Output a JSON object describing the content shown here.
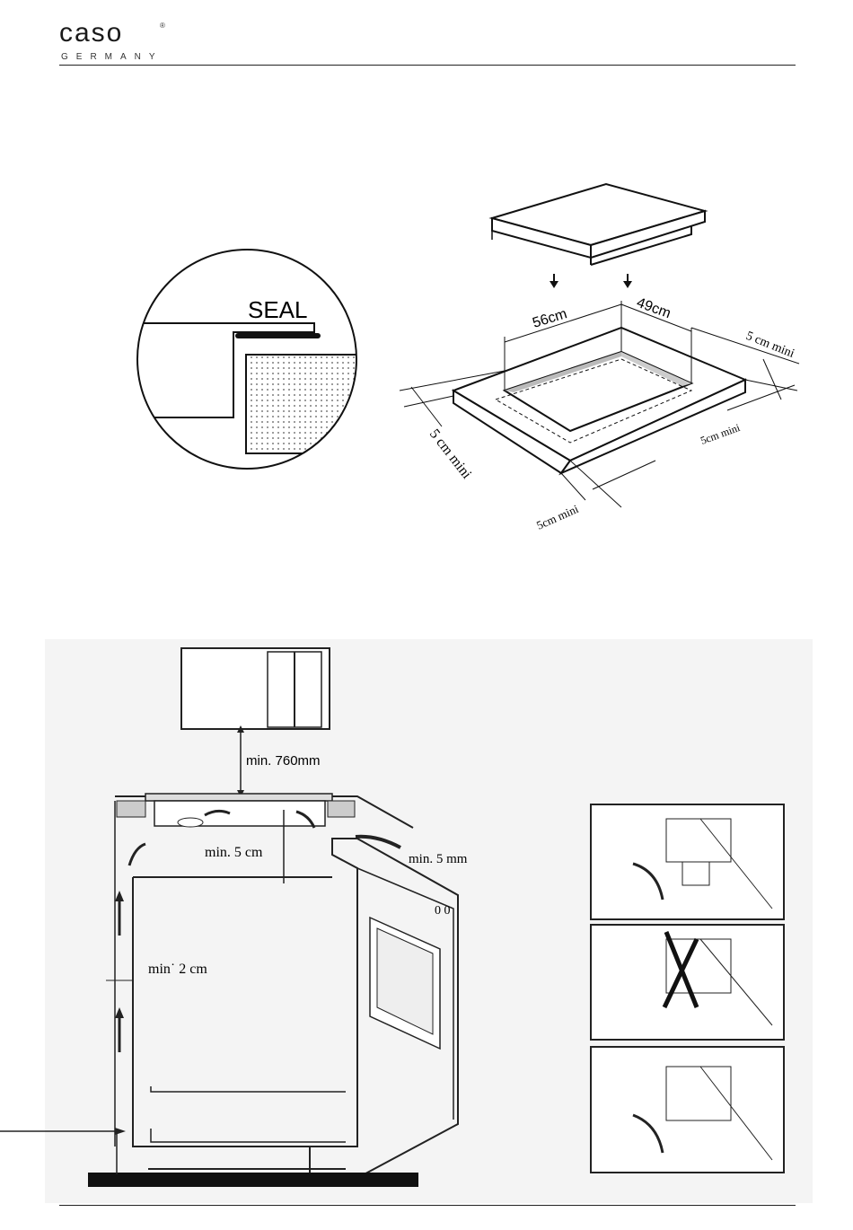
{
  "header": {
    "brand": "caso",
    "brand_sub": "GERMANY",
    "registered": "®"
  },
  "fig_seal": {
    "label": "SEAL"
  },
  "fig_cutout": {
    "width": "56cm",
    "depth": "49cm",
    "clearance_back": "5 cm mini",
    "clearance_right": "5cm mini",
    "clearance_left": "5 cm mini",
    "clearance_front": "5cm mini"
  },
  "fig_install": {
    "hood": "min. 760mm",
    "under_hob": "min. 5 cm",
    "side": "min˙ 2 cm",
    "gap": "min. 5 mm",
    "knobs": "0 0"
  }
}
